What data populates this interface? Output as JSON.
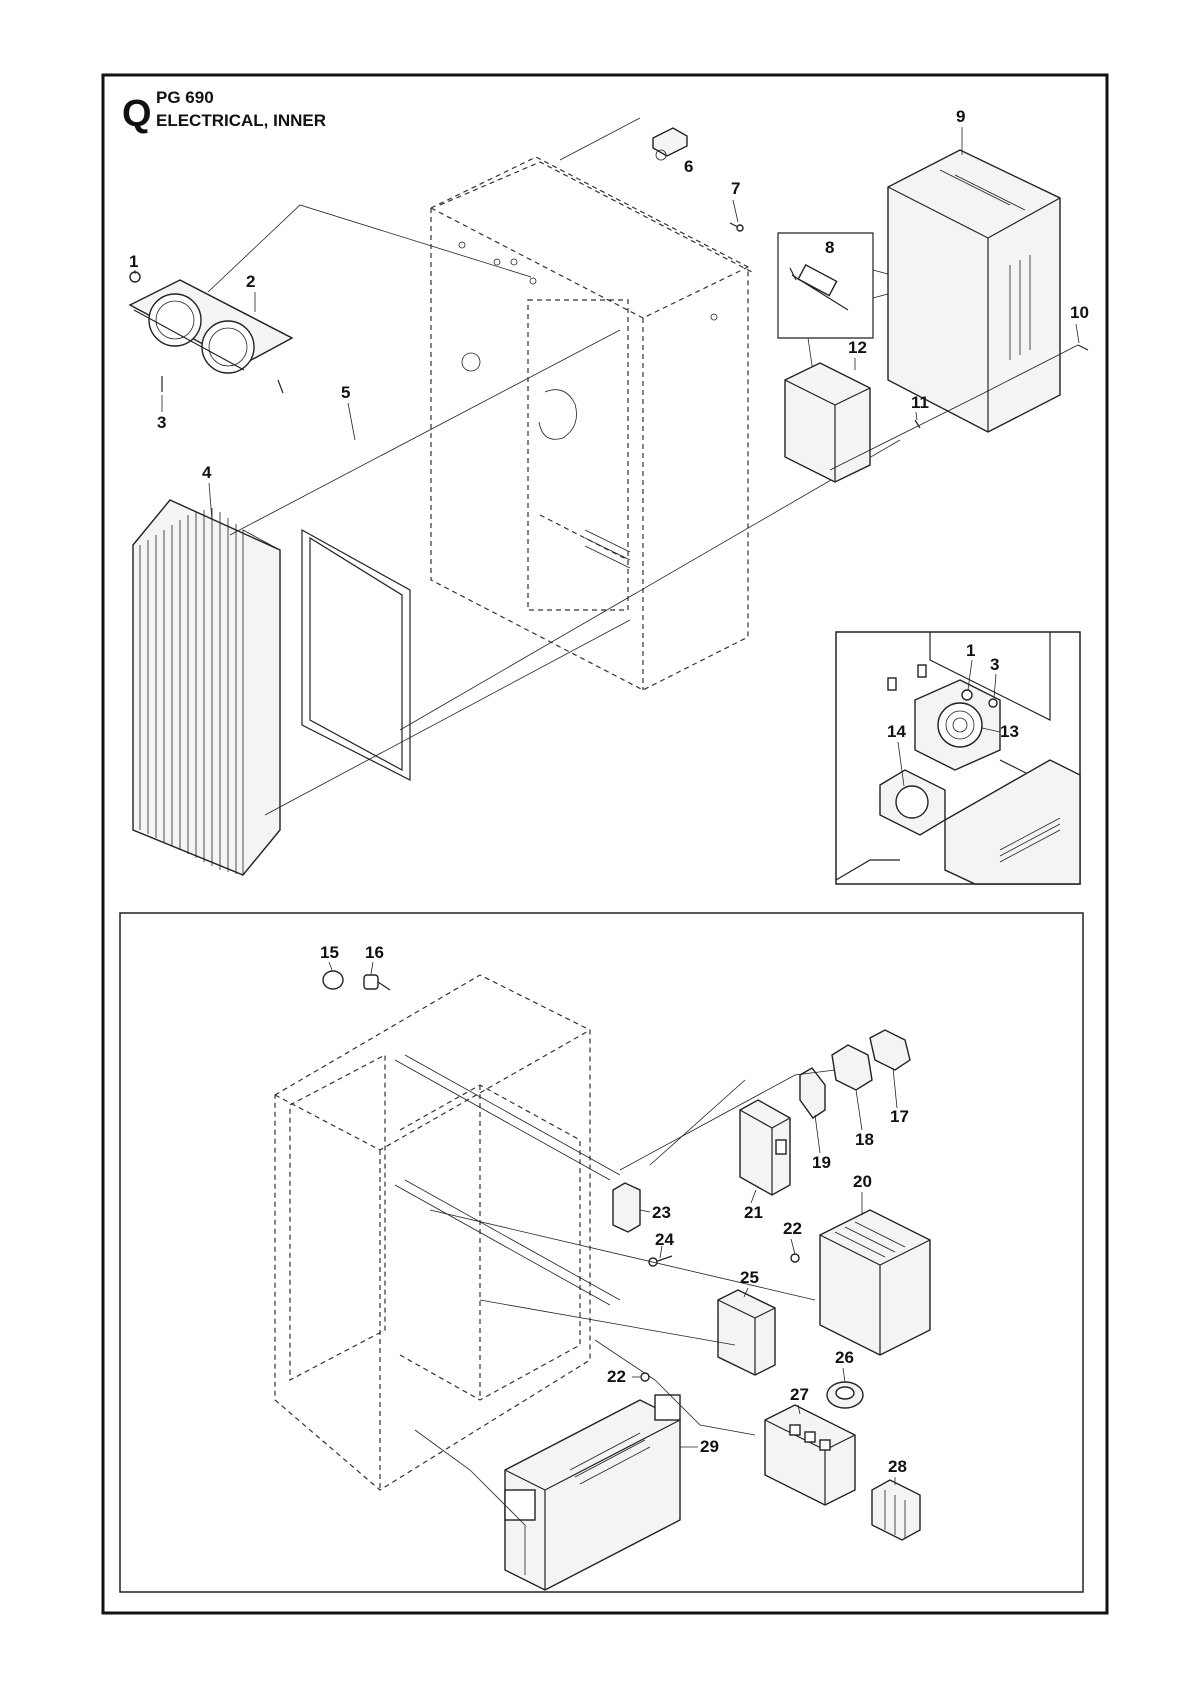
{
  "header": {
    "section_letter": "Q",
    "model": "PG 690",
    "title": "ELECTRICAL, INNER"
  },
  "callouts_top": [
    "1",
    "2",
    "3",
    "4",
    "5",
    "6",
    "7",
    "8",
    "9",
    "10",
    "11",
    "12"
  ],
  "callouts_inset": [
    "1",
    "3",
    "13",
    "14"
  ],
  "callouts_bottom": [
    "15",
    "16",
    "17",
    "18",
    "19",
    "20",
    "21",
    "22",
    "22",
    "23",
    "24",
    "25",
    "26",
    "27",
    "28",
    "29"
  ]
}
